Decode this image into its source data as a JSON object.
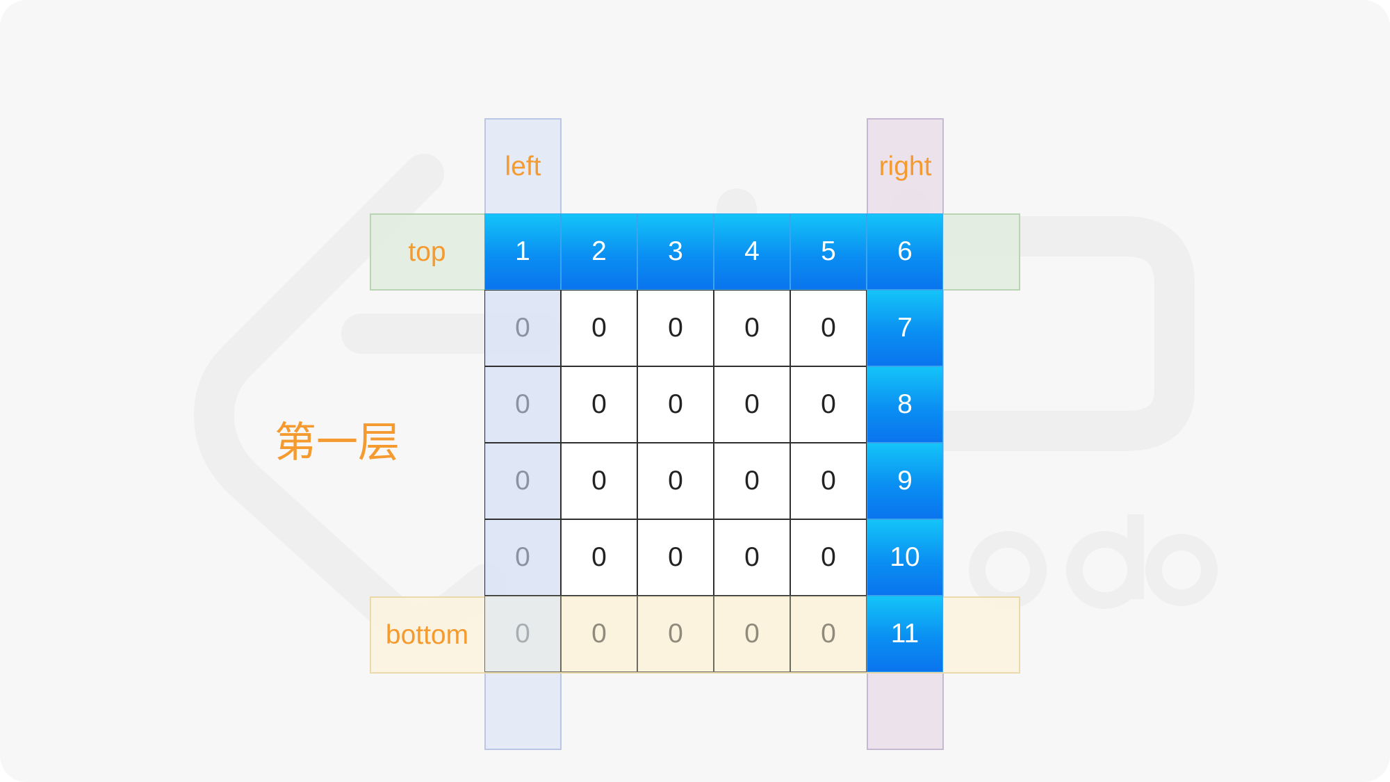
{
  "layer_label": "第一层",
  "pointers": {
    "left": "left",
    "right": "right",
    "top": "top",
    "bottom": "bottom"
  },
  "matrix": [
    [
      "1",
      "2",
      "3",
      "4",
      "5",
      "6"
    ],
    [
      "0",
      "0",
      "0",
      "0",
      "0",
      "7"
    ],
    [
      "0",
      "0",
      "0",
      "0",
      "0",
      "8"
    ],
    [
      "0",
      "0",
      "0",
      "0",
      "0",
      "9"
    ],
    [
      "0",
      "0",
      "0",
      "0",
      "0",
      "10"
    ],
    [
      "0",
      "0",
      "0",
      "0",
      "0",
      "11"
    ]
  ],
  "colors": {
    "accent_orange": "#f59a2e",
    "filled_blue": "#0a8ff2",
    "left_band": "#dae4f5",
    "right_band": "#e9e0ea",
    "top_band": "#e1ecde",
    "bottom_band": "#fcf3de"
  }
}
